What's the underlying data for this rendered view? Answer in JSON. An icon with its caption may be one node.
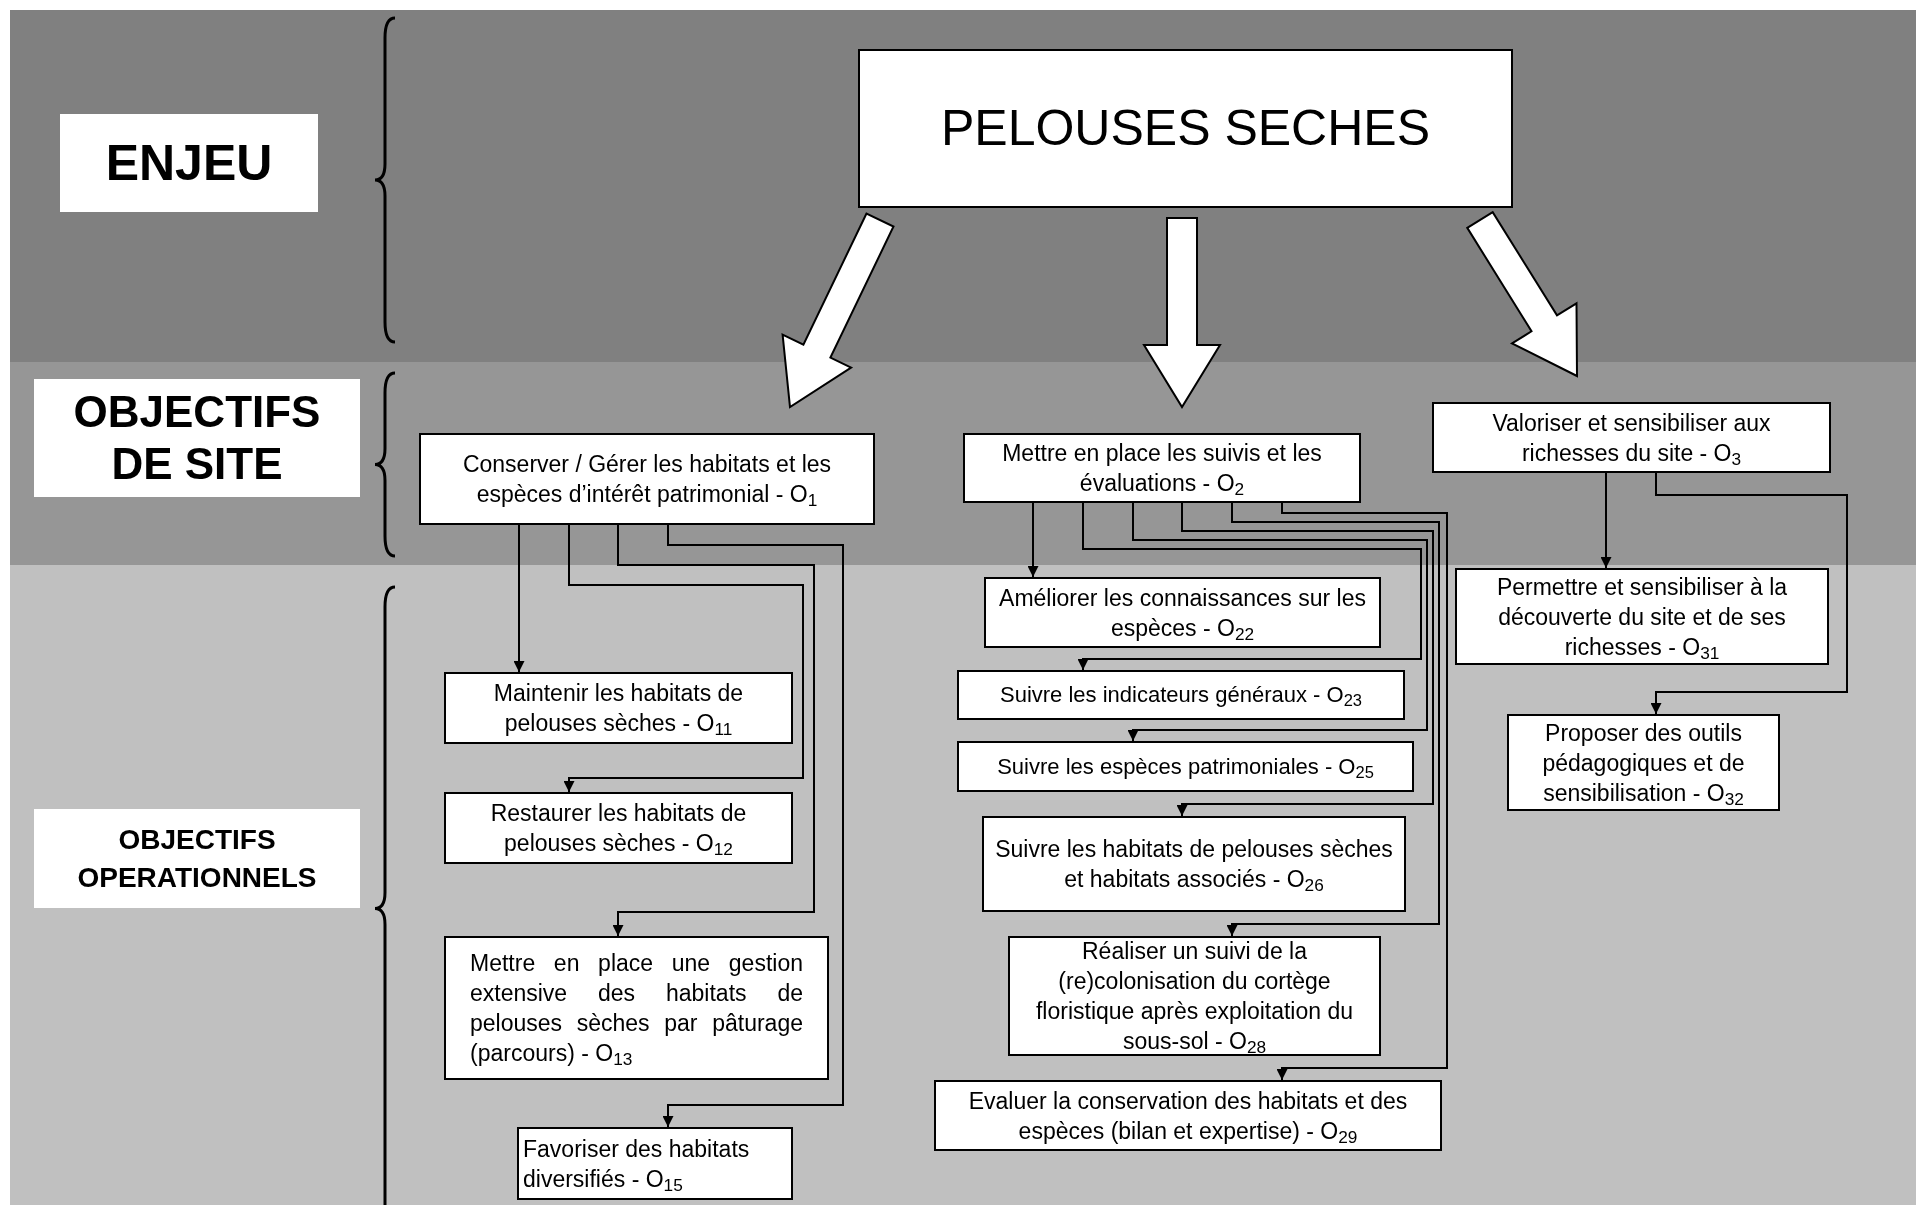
{
  "diagram": {
    "nodes": [
      {
        "text": [
          "ENJEU"
        ]
      },
      {
        "text": [
          "PELOUSES SECHES"
        ]
      },
      {
        "text": [
          "OBJECTIFS DE SITE"
        ]
      },
      {
        "text": [
          "Conserver / Gérer les habitats et les espèces d’intérêt patrimonial - O$_{1}$"
        ]
      },
      {
        "text": [
          "Mettre en place les suivis et les évaluations - O$_{2}$"
        ]
      },
      {
        "text": [
          "Valoriser et sensibiliser aux richesses du site - O$_{3}$"
        ]
      },
      {
        "text": [
          "OBJECTIFS OPERATIONNELS"
        ]
      },
      {
        "text": [
          "Maintenir les habitats de pelouses sèches - O$_{11}$"
        ]
      },
      {
        "text": [
          "Restaurer les habitats de pelouses sèches - O$_{12}$"
        ]
      },
      {
        "text": [
          "Mettre en place une gestion extensive des habitats de pelouses sèches par pâturage (parcours) - O$_{13}$"
        ]
      },
      {
        "text": [
          "Favoriser des habitats diversifiés - O$_{15}$"
        ]
      },
      {
        "text": [
          "Améliorer les connaissances sur les espèces - O$_{22}$"
        ]
      },
      {
        "text": [
          "Suivre les indicateurs généraux - O$_{23}$"
        ]
      },
      {
        "text": [
          "Suivre les espèces patrimoniales - O$_{25}$"
        ]
      },
      {
        "text": [
          "Suivre les habitats de pelouses sèches et habitats associés - O$_{26}$"
        ]
      },
      {
        "text": [
          "Réaliser un suivi de la (re)colonisation du cortège floristique après exploitation du sous-sol - O$_{28}$"
        ]
      },
      {
        "text": [
          "Evaluer la conservation des habitats et des espèces (bilan et expertise) - O$_{29}$"
        ]
      },
      {
        "text": [
          "Permettre et sensibiliser à la découverte du site et de ses richesses - O$_{31}$"
        ]
      },
      {
        "text": [
          "Proposer des outils pédagogiques et de sensibilisation - O$_{32}$"
        ]
      }
    ],
    "edges": [
      {
        "from": 1,
        "to": 3,
        "arrow": "to",
        "style": "thick"
      },
      {
        "from": 1,
        "to": 4,
        "arrow": "to",
        "style": "thick"
      },
      {
        "from": 1,
        "to": 5,
        "arrow": "to",
        "style": "thick"
      },
      {
        "from": 3,
        "to": 7,
        "arrow": "to"
      },
      {
        "from": 3,
        "to": 8,
        "arrow": "to"
      },
      {
        "from": 3,
        "to": 9,
        "arrow": "to"
      },
      {
        "from": 3,
        "to": 10,
        "arrow": "to"
      },
      {
        "from": 4,
        "to": 11,
        "arrow": "to"
      },
      {
        "from": 4,
        "to": 12,
        "arrow": "to"
      },
      {
        "from": 4,
        "to": 13,
        "arrow": "to"
      },
      {
        "from": 4,
        "to": 14,
        "arrow": "to"
      },
      {
        "from": 4,
        "to": 15,
        "arrow": "to"
      },
      {
        "from": 4,
        "to": 16,
        "arrow": "to"
      },
      {
        "from": 5,
        "to": 17,
        "arrow": "to"
      },
      {
        "from": 5,
        "to": 18,
        "arrow": "to"
      }
    ]
  }
}
